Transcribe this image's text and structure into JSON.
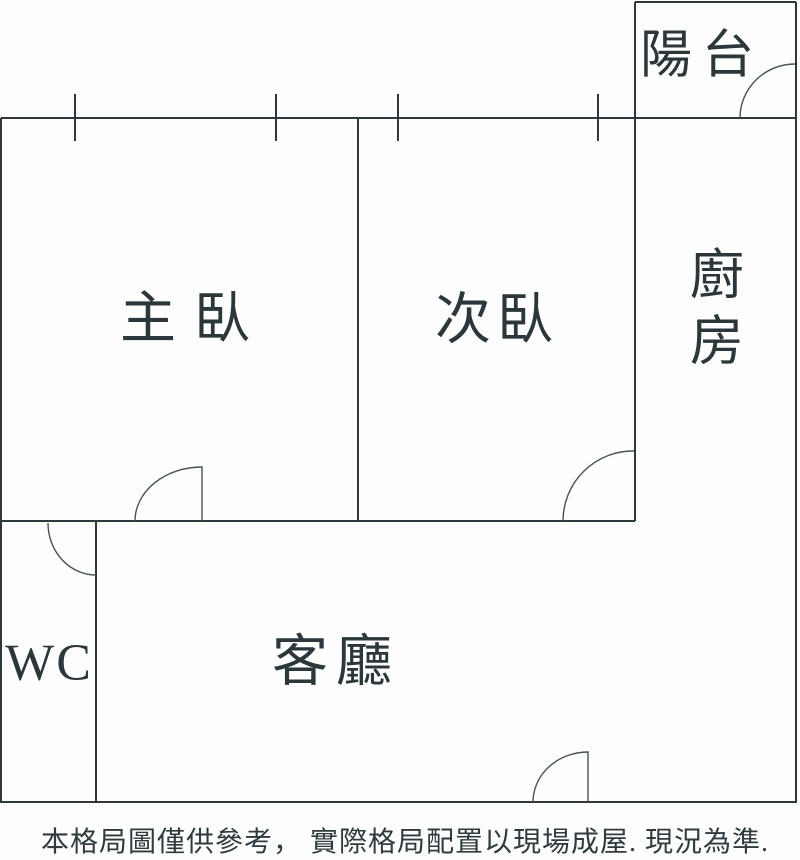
{
  "plan": {
    "title": "apartment-floor-plan",
    "rooms": {
      "balcony": {
        "label": "陽台"
      },
      "master_bedroom": {
        "label": "主臥"
      },
      "second_bedroom": {
        "label": "次臥"
      },
      "kitchen": {
        "label": "廚房"
      },
      "wc": {
        "label": "WC"
      },
      "living_room": {
        "label": "客廳"
      }
    },
    "caption": "本格局圖僅供參考， 實際格局配置以現場成屋. 現況為準.",
    "colors": {
      "wall": "#2c383b",
      "text": "#2b373a",
      "background": "#fdfdfd"
    }
  }
}
